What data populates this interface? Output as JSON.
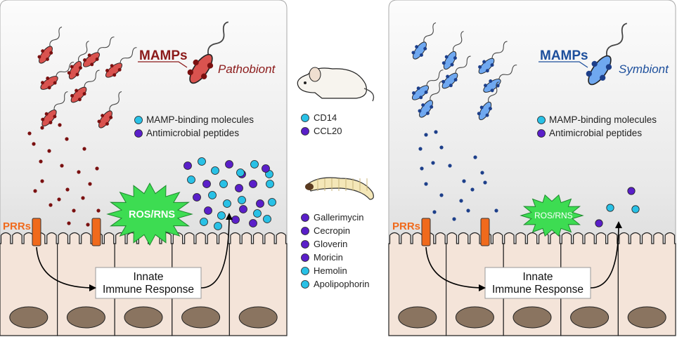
{
  "left_panel": {
    "mamps_label": "MAMPs",
    "organism_label": "Pathobiont",
    "legend": [
      "MAMP-binding molecules",
      "Antimicrobial peptides"
    ],
    "prr_label": "PRRs",
    "ros_label": "ROS/RNS",
    "innate_label": [
      "Innate",
      "Immune Response"
    ]
  },
  "right_panel": {
    "mamps_label": "MAMPs",
    "organism_label": "Symbiont",
    "legend": [
      "MAMP-binding molecules",
      "Antimicrobial peptides"
    ],
    "prr_label": "PRRs",
    "ros_label": "ROS/RNS",
    "innate_label": [
      "Innate",
      "Immune Response"
    ]
  },
  "mouse_list": [
    {
      "label": "CD14",
      "kind": "binding"
    },
    {
      "label": "CCL20",
      "kind": "peptide"
    }
  ],
  "larva_list": [
    {
      "label": "Gallerimycin",
      "kind": "peptide"
    },
    {
      "label": "Cecropin",
      "kind": "peptide"
    },
    {
      "label": "Gloverin",
      "kind": "peptide"
    },
    {
      "label": "Moricin",
      "kind": "peptide"
    },
    {
      "label": "Hemolin",
      "kind": "binding"
    },
    {
      "label": "Apolipophorin",
      "kind": "binding"
    }
  ],
  "colors": {
    "pathobiont": "#d9534f",
    "pathobiont_text": "#8b1a1a",
    "symbiont": "#6fa8f0",
    "symbiont_text": "#1d4f9c",
    "binding_molecule": "#29c1e6",
    "peptide": "#5a1fc9",
    "prr": "#f06a1c",
    "ros_burst": "#3ddc52",
    "epithelium": "#f4e4d9",
    "nucleus": "#8a7460"
  }
}
